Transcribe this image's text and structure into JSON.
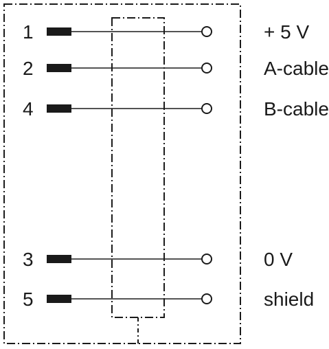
{
  "diagram": {
    "line_color": "#1a1a1a",
    "background": "#ffffff",
    "pins": [
      {
        "number": "1",
        "signal": "+ 5 V"
      },
      {
        "number": "2",
        "signal": "A-cable"
      },
      {
        "number": "4",
        "signal": "B-cable"
      },
      {
        "number": "3",
        "signal": "0 V"
      },
      {
        "number": "5",
        "signal": "shield"
      }
    ]
  }
}
